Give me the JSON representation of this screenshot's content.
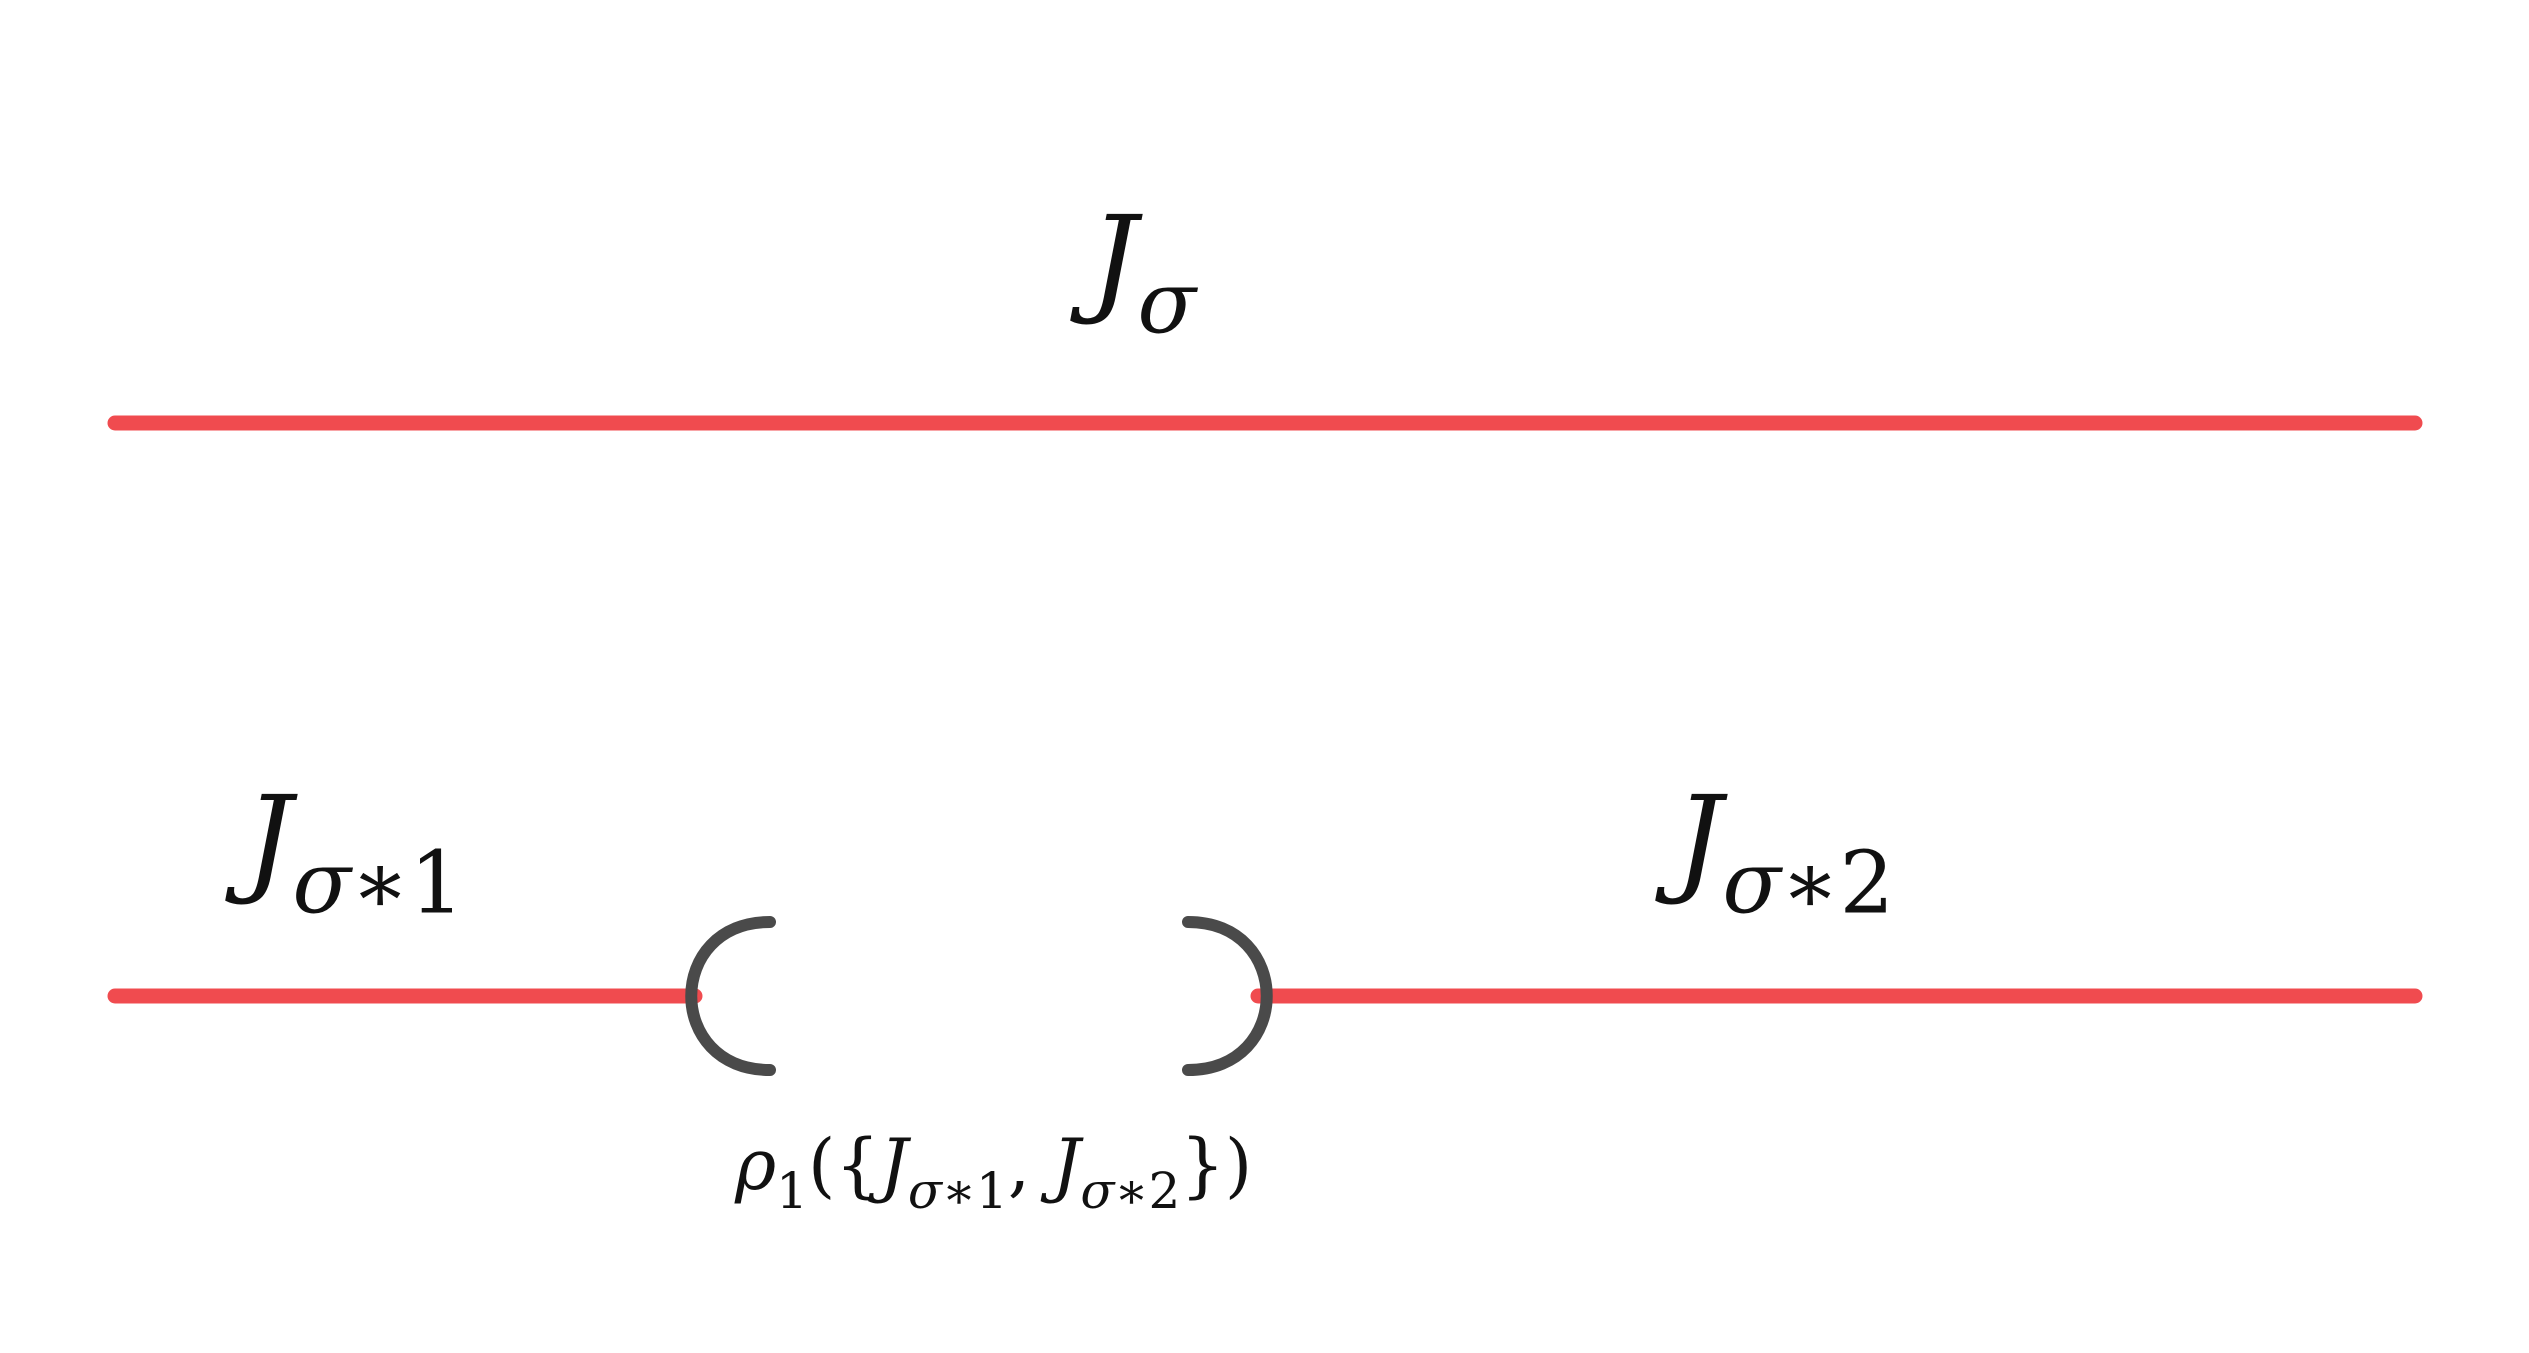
{
  "colors": {
    "segment": "#f04b4f",
    "bracket": "#4a4a4a",
    "text": "#111111"
  },
  "labels": {
    "top": {
      "base": "J",
      "sub": "σ"
    },
    "left": {
      "base": "J",
      "sub_sigma": "σ",
      "sub_rest": "∗1"
    },
    "right": {
      "base": "J",
      "sub_sigma": "σ",
      "sub_rest": "∗2"
    },
    "gap": {
      "rho": "ρ",
      "rho_sub": "1",
      "open": "({",
      "j1": "J",
      "j1_sub_sigma": "σ",
      "j1_sub_rest": "∗1",
      "comma": ", ",
      "j2": "J",
      "j2_sub_sigma": "σ",
      "j2_sub_rest": "∗2",
      "close": "})"
    }
  },
  "brackets": {
    "left": "(",
    "right": ")"
  }
}
